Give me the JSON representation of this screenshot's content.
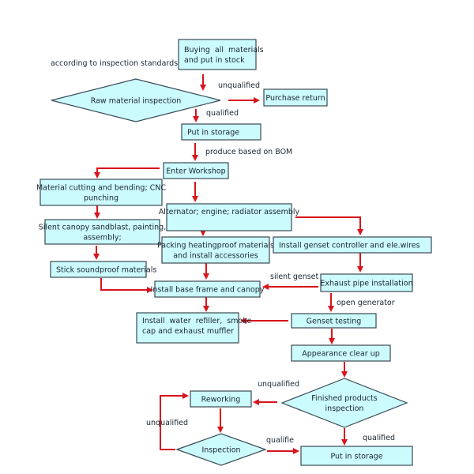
{
  "nodes": {
    "buying": {
      "type": "process",
      "lines": [
        "Buying  all  materials",
        "and put in stock"
      ]
    },
    "raw_inspection": {
      "type": "decision",
      "lines": [
        "Raw material inspection"
      ]
    },
    "purchase_return": {
      "type": "process",
      "lines": [
        "Purchase return"
      ]
    },
    "put_in_storage_1": {
      "type": "process",
      "lines": [
        "Put in storage"
      ]
    },
    "enter_workshop": {
      "type": "process",
      "lines": [
        "Enter Workshop"
      ]
    },
    "material_cutting": {
      "type": "process",
      "lines": [
        "Material cutting and bending; CNC",
        "punching"
      ]
    },
    "silent_canopy": {
      "type": "process",
      "lines": [
        "Silent canopy sandblast, painting,",
        "assembly;"
      ]
    },
    "stick_soundproof": {
      "type": "process",
      "lines": [
        "Stick soundproof materials"
      ]
    },
    "alternator_assembly": {
      "type": "process",
      "lines": [
        "Alternator; engine; radiator assembly"
      ]
    },
    "packing_heatingproof": {
      "type": "process",
      "lines": [
        "Packing heatingproof materials",
        "and install accessories"
      ]
    },
    "install_controller": {
      "type": "process",
      "lines": [
        "Install genset controller and ele.wires"
      ]
    },
    "install_base_frame": {
      "type": "process",
      "lines": [
        "Install base frame and canopy"
      ]
    },
    "exhaust_pipe": {
      "type": "process",
      "lines": [
        "Exhaust pipe installation"
      ]
    },
    "install_water_refiller": {
      "type": "process",
      "lines": [
        "Install  water  refiller,  smoke",
        "cap and exhaust muffler"
      ]
    },
    "genset_testing": {
      "type": "process",
      "lines": [
        "Genset testing"
      ]
    },
    "appearance_clear_up": {
      "type": "process",
      "lines": [
        "Appearance clear up"
      ]
    },
    "finished_inspection": {
      "type": "decision",
      "lines": [
        "Finished products",
        "inspection"
      ]
    },
    "reworking": {
      "type": "process",
      "lines": [
        "Reworking"
      ]
    },
    "inspection": {
      "type": "decision",
      "lines": [
        "Inspection"
      ]
    },
    "put_in_storage_2": {
      "type": "process",
      "lines": [
        "Put in storage"
      ]
    }
  },
  "edge_labels": {
    "according_to_standards": "according to inspection standards",
    "unqualified_1": "unqualified",
    "qualified_1": "qualified",
    "produce_bom": "produce based on BOM",
    "silent_genset": "silent genset",
    "open_generator": "open generator",
    "unqualified_2": "unqualified",
    "unqualified_3": "unqualified",
    "qualifie": "qualifie",
    "qualified_2": "qualified"
  },
  "colors": {
    "node_fill": "#ccfbfd",
    "node_stroke": "#3a4a55",
    "arrow": "#d8141c",
    "text": "#1a2530"
  }
}
